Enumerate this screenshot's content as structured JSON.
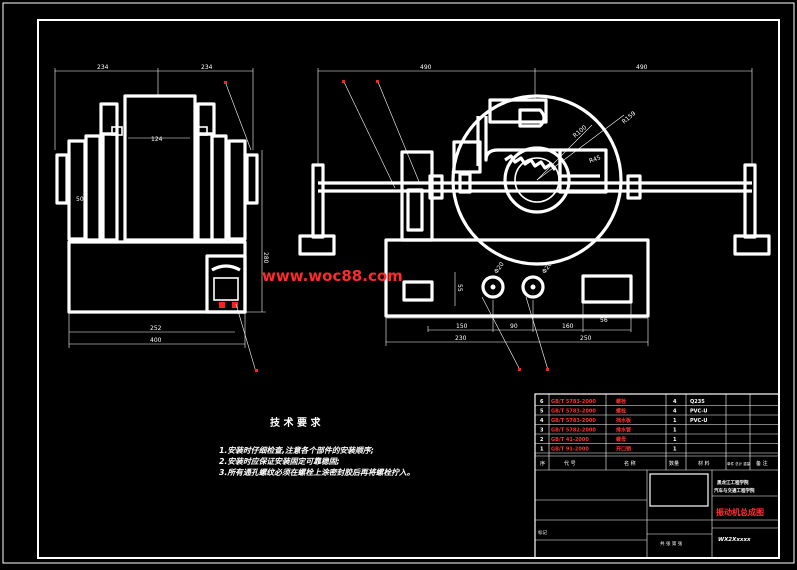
{
  "watermark": "www.woc88.com",
  "tech_requirements": {
    "title": "技 术 要 求",
    "items": [
      "1.安装时仔细检查,注意各个部件的安装顺序;",
      "2.安装时应保证安装固定可靠稳固;",
      "3.所有通孔螺纹必须在螺栓上涂密封胶后再将螺栓拧入。"
    ]
  },
  "dimensions": {
    "left_top_a": "234",
    "left_top_b": "234",
    "left_center": "124",
    "left_side": "50",
    "left_height": "280",
    "left_bottom_a": "252",
    "left_bottom_b": "400",
    "right_top_a": "490",
    "right_top_b": "490",
    "right_r1": "R100",
    "right_r2": "R159",
    "right_r3": "R45",
    "right_d1": "Φ20",
    "right_d2": "Φ20",
    "right_vert": "55",
    "right_b1": "150",
    "right_b2": "90",
    "right_b3": "160",
    "right_b4": "56",
    "right_b5": "230",
    "right_b6": "250"
  },
  "title_block": {
    "columns": {
      "seq": "序",
      "code": "代 号",
      "name": "名 称",
      "qty": "数量",
      "mat": "材 料",
      "weight": "单件 总计 重量",
      "remark": "备 注"
    },
    "parts_rows": [
      {
        "seq": "6",
        "code": "GB/T 5783-2000",
        "name": "螺栓",
        "qty": "4",
        "mat": "Q235"
      },
      {
        "seq": "5",
        "code": "GB/T 5783-2000",
        "name": "螺栓",
        "qty": "4",
        "mat": "PVC-U"
      },
      {
        "seq": "4",
        "code": "GB/T 5783-2000",
        "name": "挡水板",
        "qty": "1",
        "mat": "PVC-U"
      },
      {
        "seq": "3",
        "code": "GB/T 5782-2000",
        "name": "排水管",
        "qty": "1",
        "mat": ""
      },
      {
        "seq": "2",
        "code": "GB/T 41-2000",
        "name": "螺母",
        "qty": "1",
        "mat": ""
      },
      {
        "seq": "1",
        "code": "GB/T 91-2000",
        "name": "开口销",
        "qty": "1",
        "mat": ""
      }
    ],
    "school": "黑龙江工程学院",
    "dept": "汽车与交通工程学院",
    "drawing_title": "振动机总成图",
    "drawing_no": "WX2Xxxxx",
    "sheet": "共 张 第 张",
    "signature_label": "标记"
  }
}
